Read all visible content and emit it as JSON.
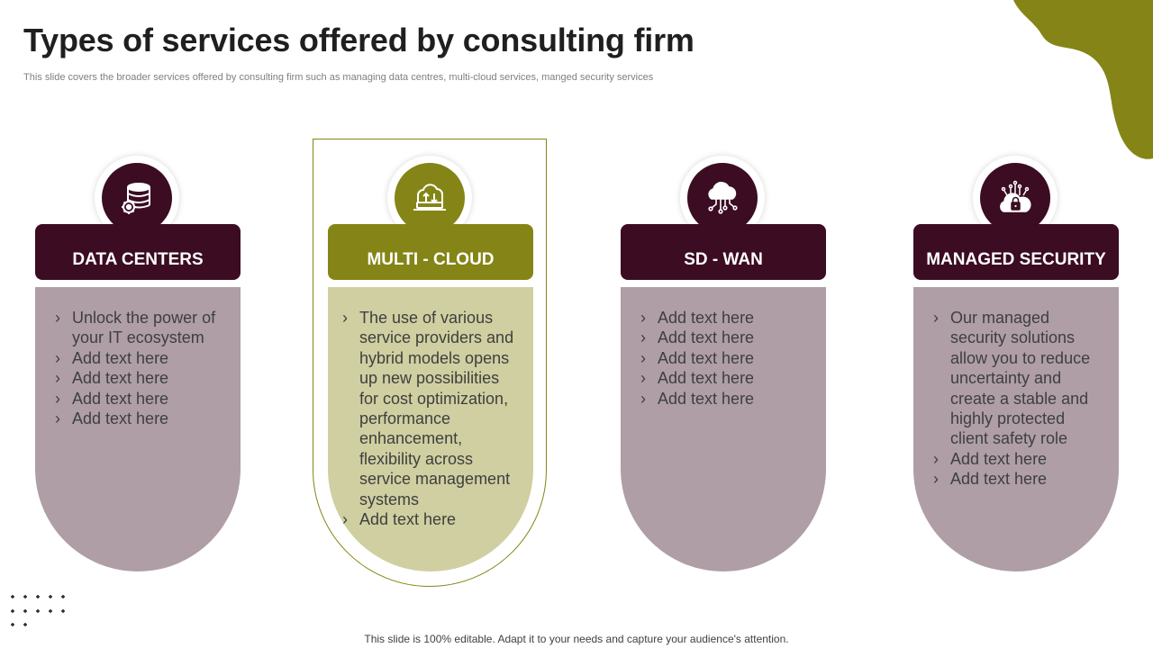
{
  "title": "Types of services offered by consulting firm",
  "subtitle": "This slide covers the broader services offered by consulting firm such as managing data centres, multi-cloud services, manged security services",
  "colors": {
    "dark": "#3b0c22",
    "olive": "#848516",
    "mauve": "#af9ea6",
    "sage": "#cfcfa1"
  },
  "cards": [
    {
      "icon": "database-gear-icon",
      "header": "DATA CENTERS",
      "items": [
        "Unlock the power of your IT ecosystem",
        "Add text here",
        "Add text here",
        "Add text here",
        "Add text here"
      ]
    },
    {
      "icon": "cloud-laptop-icon",
      "header": "MULTI - CLOUD",
      "items": [
        "The use of various service providers and hybrid models opens up new possibilities for cost optimization, performance enhancement, flexibility across service management systems",
        "Add text here"
      ]
    },
    {
      "icon": "cloud-network-icon",
      "header": "SD - WAN",
      "items": [
        "Add text here",
        "Add text here",
        "Add text here",
        "Add text here",
        "Add text here"
      ]
    },
    {
      "icon": "cloud-lock-icon",
      "header": "MANAGED SECURITY",
      "items": [
        "Our managed security solutions allow you to reduce uncertainty and create a stable and highly protected client safety role",
        "Add text here",
        "Add text here"
      ]
    }
  ],
  "footer": "This slide is 100% editable. Adapt it to your needs and capture your audience's attention."
}
